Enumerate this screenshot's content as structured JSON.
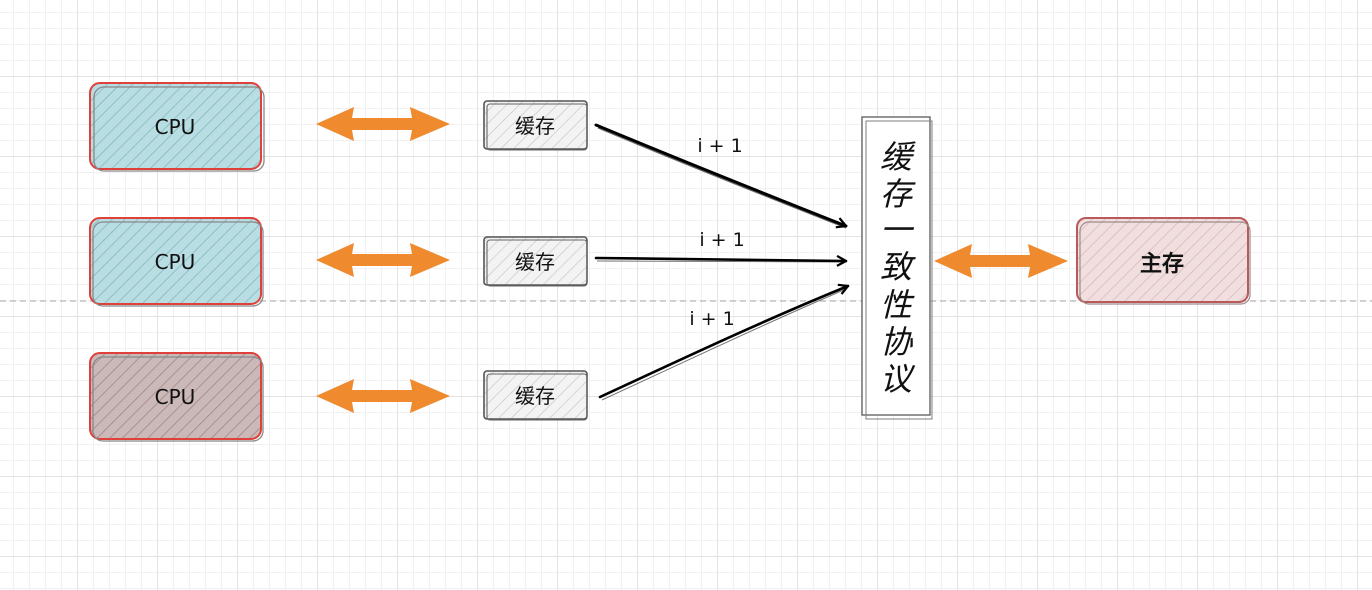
{
  "nodes": {
    "cpus": [
      {
        "label": "CPU",
        "fill": "#b5dbe0"
      },
      {
        "label": "CPU",
        "fill": "#b5dbe0"
      },
      {
        "label": "CPU",
        "fill": "#c9b7b7"
      }
    ],
    "caches": [
      {
        "label": "缓存"
      },
      {
        "label": "缓存"
      },
      {
        "label": "缓存"
      }
    ],
    "protocol": {
      "chars": [
        "缓",
        "存",
        "一",
        "致",
        "性",
        "协",
        "议"
      ]
    },
    "main_memory": {
      "label": "主存"
    }
  },
  "edges": [
    {
      "from": "缓存",
      "to": "缓存一致性协议",
      "label": "i + 1"
    },
    {
      "from": "缓存",
      "to": "缓存一致性协议",
      "label": "i + 1"
    },
    {
      "from": "缓存",
      "to": "缓存一致性协议",
      "label": "i + 1"
    }
  ],
  "colors": {
    "cpu_border": "#e0403a",
    "double_arrow": "#ef8a2f",
    "main_memory_fill": "#e4c5c5",
    "main_memory_border": "#b85a5a",
    "cache_border": "#555555",
    "edge": "#000000"
  }
}
